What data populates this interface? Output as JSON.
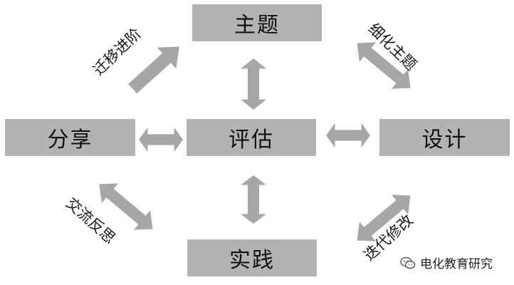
{
  "nodes": {
    "top": "主题",
    "left": "分享",
    "center": "评估",
    "right": "设计",
    "bottom": "实践"
  },
  "edge_labels": {
    "migrate": "迁移进阶",
    "refine": "细化主题",
    "reflect": "交流反思",
    "iterate": "迭代修改"
  },
  "watermark": {
    "text": "电化教育研究",
    "icon": "wechat-icon"
  },
  "colors": {
    "box": "#b3b3b3",
    "arrow": "#a6a6a6"
  }
}
